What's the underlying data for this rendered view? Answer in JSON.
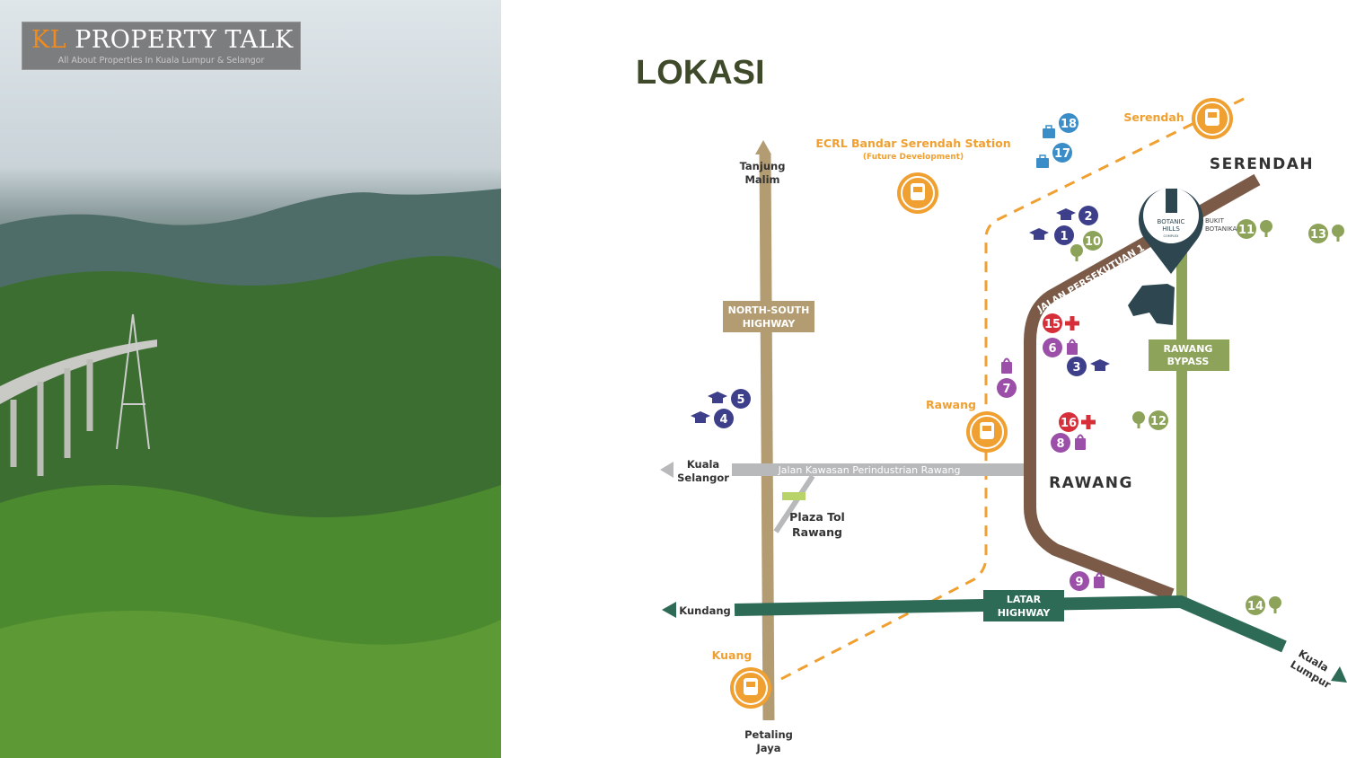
{
  "logo": {
    "brand_kl": "KL",
    "brand_rest": "PROPERTY TALK",
    "tagline": "All About Properties In Kuala Lumpur & Selangor"
  },
  "title": "LOKASI",
  "colors": {
    "north_south": "#b39c72",
    "latar": "#2e6b57",
    "persekutuan": "#7b5a48",
    "bypass": "#8ea35a",
    "jalan_kawasan": "#b7b9bb",
    "rail": "#f0a030",
    "school": "#3d3f8a",
    "park": "#8ea35a",
    "hospital": "#d62f3a",
    "shopping": "#9b4fa8",
    "office": "#3b8dc8"
  },
  "places": {
    "tanjung_malim": [
      "Tanjung",
      "Malim"
    ],
    "petaling_jaya": [
      "Petaling",
      "Jaya"
    ],
    "kuala_selangor": [
      "Kuala",
      "Selangor"
    ],
    "kundang": "Kundang",
    "kuala_lumpur": [
      "Kuala",
      "Lumpur"
    ],
    "plaza_tol": [
      "Plaza Tol",
      "Rawang"
    ],
    "serendah_town": "SERENDAH",
    "rawang_town": "RAWANG",
    "bukit_botanika": [
      "BUKIT",
      "BOTANIKA"
    ]
  },
  "roads": {
    "north_south": [
      "NORTH-SOUTH",
      "HIGHWAY"
    ],
    "jalan_kawasan": "Jalan Kawasan Perindustrian Rawang",
    "latar": [
      "LATAR",
      "HIGHWAY"
    ],
    "persekutuan": "JALAN PERSEKUTUAN 1",
    "bypass": [
      "RAWANG",
      "BYPASS"
    ]
  },
  "stations": {
    "serendah": "Serendah",
    "ecrl": "ECRL Bandar Serendah Station",
    "ecrl_note": "(Future Development)",
    "rawang": "Rawang",
    "kuang": "Kuang"
  },
  "pin": {
    "name1": "BOTANIC",
    "name2": "HILLS",
    "name3": "COMPLEX"
  },
  "markers": [
    {
      "n": "1",
      "type": "school"
    },
    {
      "n": "2",
      "type": "school"
    },
    {
      "n": "3",
      "type": "school"
    },
    {
      "n": "4",
      "type": "school"
    },
    {
      "n": "5",
      "type": "school"
    },
    {
      "n": "6",
      "type": "shopping"
    },
    {
      "n": "7",
      "type": "shopping"
    },
    {
      "n": "8",
      "type": "shopping"
    },
    {
      "n": "9",
      "type": "shopping"
    },
    {
      "n": "10",
      "type": "park"
    },
    {
      "n": "11",
      "type": "park"
    },
    {
      "n": "12",
      "type": "park"
    },
    {
      "n": "13",
      "type": "park"
    },
    {
      "n": "14",
      "type": "park"
    },
    {
      "n": "15",
      "type": "hospital"
    },
    {
      "n": "16",
      "type": "hospital"
    },
    {
      "n": "17",
      "type": "office"
    },
    {
      "n": "18",
      "type": "office"
    }
  ]
}
